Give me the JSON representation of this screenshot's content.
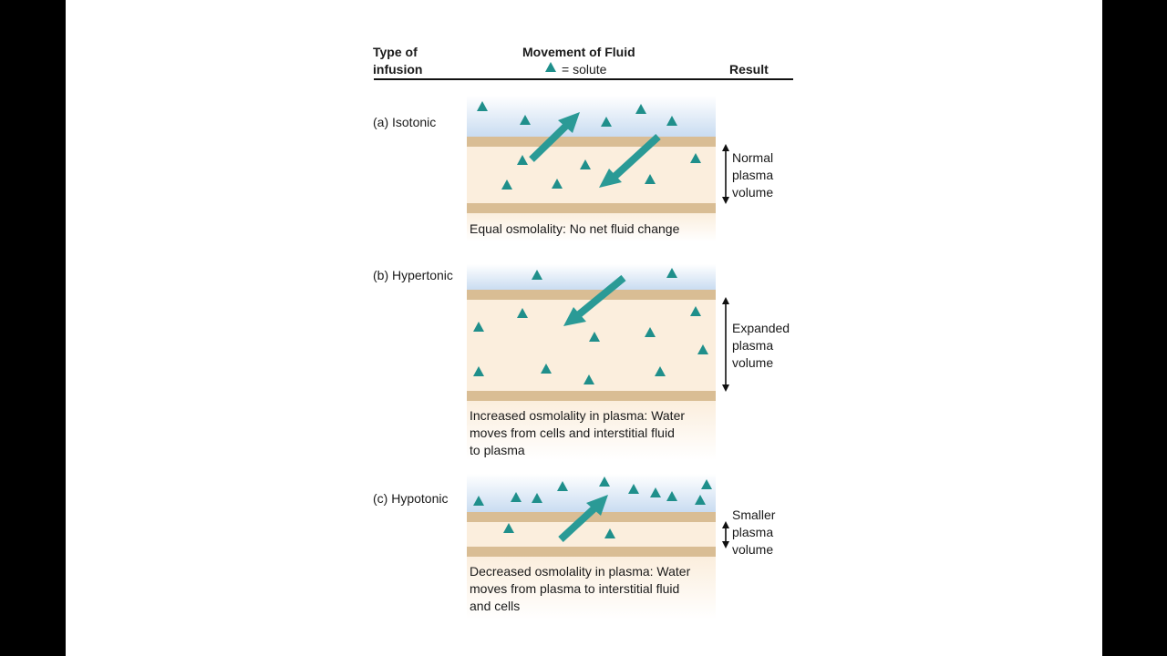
{
  "header": {
    "type_of_infusion_line1": "Type of",
    "type_of_infusion_line2": "infusion",
    "movement_of_fluid": "Movement of Fluid",
    "legend_solute": "= solute",
    "result": "Result"
  },
  "panels": [
    {
      "label": "(a) Isotonic",
      "caption_lines": [
        "Equal osmolality: No net fluid change"
      ],
      "result_lines": [
        "Normal",
        "plasma",
        "volume"
      ]
    },
    {
      "label": "(b) Hypertonic",
      "caption_lines": [
        "Increased osmolality in plasma: Water",
        "moves from cells and interstitial fluid",
        "to plasma"
      ],
      "result_lines": [
        "Expanded",
        "plasma",
        "volume"
      ]
    },
    {
      "label": "(c) Hypotonic",
      "caption_lines": [
        "Decreased osmolality in plasma: Water",
        "moves from plasma to interstitial fluid",
        "and cells"
      ],
      "result_lines": [
        "Smaller",
        "plasma",
        "volume"
      ]
    }
  ],
  "colors": {
    "solute": "#1f8f8b",
    "arrow": "#2a9a96",
    "membrane": "#d9bd94",
    "plasma_fill": "#fbeedd",
    "cell_fill": "#cfe0f3"
  }
}
